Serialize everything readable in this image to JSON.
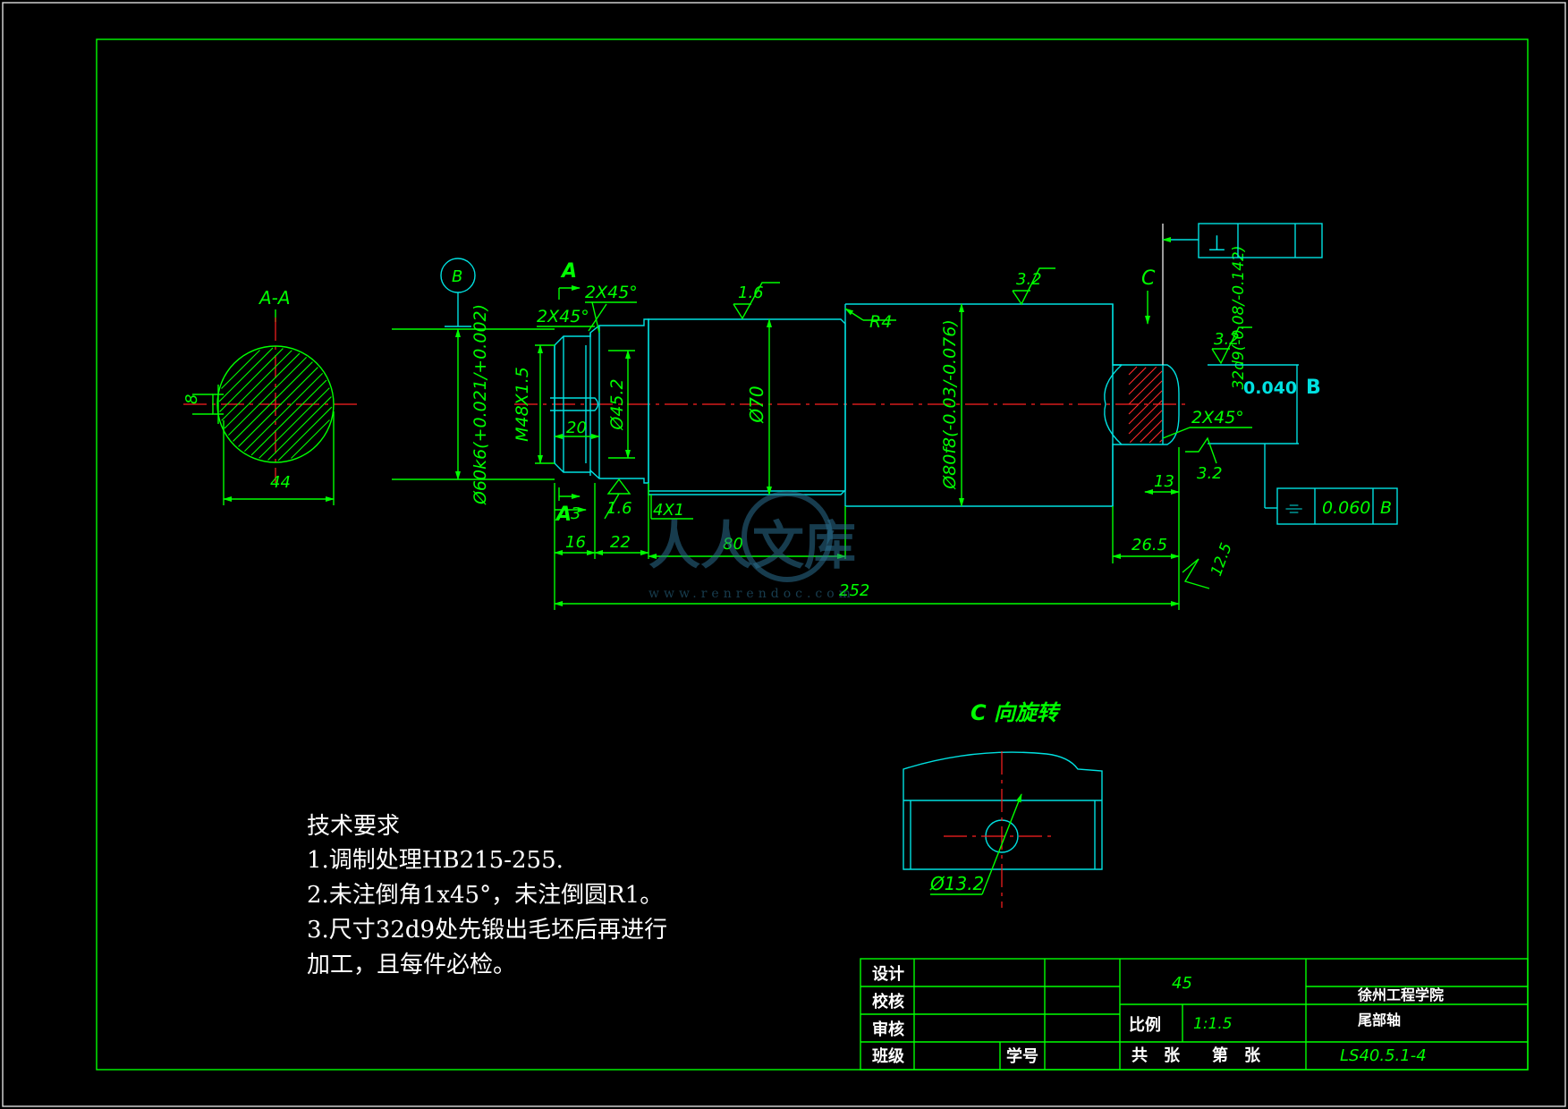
{
  "colors": {
    "background": "#000000",
    "frame": "#00ff00",
    "outline": "#00e0e0",
    "centerline": "#ff2020",
    "text": "#ffffff"
  },
  "section_view": {
    "label": "A-A",
    "key_width": "8",
    "width_dim": "44"
  },
  "datum_b_circle": "B",
  "section_marker": "A",
  "shaft": {
    "chamfer_1": "2X45°",
    "chamfer_2": "2X45°",
    "dia_60": "Ø60k6(+0.021/+0.002)",
    "thread": "M48X1.5",
    "dia_45": "Ø45.2",
    "dia_70": "Ø70",
    "dia_80": "Ø80f8(-0.03/-0.076)",
    "radius": "R4",
    "rough_16_top": "1.6",
    "rough_32_top": "3.2",
    "rough_16_bottom": "1.6",
    "groove": "4X1",
    "len_20": "20",
    "len_3": "3",
    "len_16": "16",
    "len_22": "22",
    "len_80": "80",
    "len_252": "252",
    "len_13": "13",
    "len_265": "26.5",
    "rough_125": "12.5",
    "view_c": "C",
    "dia_32": "32d9(-0.08/-0.142)",
    "rough_32_right": "3.2",
    "rough_32_right2": "3.2",
    "chamfer_right": "2X45°",
    "dim_0040": "0.040",
    "datum_b": "B",
    "perp_symbol": "⊥",
    "sym_tol": "0.060",
    "sym_datum": "B",
    "sym_symbol": "⌯"
  },
  "c_view": {
    "title": "C 向旋转",
    "hole_dia": "Ø13.2"
  },
  "tech_requirements": {
    "title": "技术要求",
    "items": [
      "1.调制处理HB215-255.",
      "2.未注倒角1x45°，未注倒圆R1。",
      "3.尺寸32d9处先锻出毛坯后再进行",
      "加工，且每件必检。"
    ]
  },
  "title_block": {
    "design": "设计",
    "check": "校核",
    "review": "审核",
    "class": "班级",
    "student_no": "学号",
    "material": "45",
    "scale_label": "比例",
    "scale": "1:1.5",
    "sheets": "共　张　　第　张",
    "school": "徐州工程学院",
    "part_name": "尾部轴",
    "drawing_no": "LS40.5.1-4"
  },
  "watermark": {
    "logo_text": "人人文库",
    "url": "www.renrendoc.com"
  }
}
